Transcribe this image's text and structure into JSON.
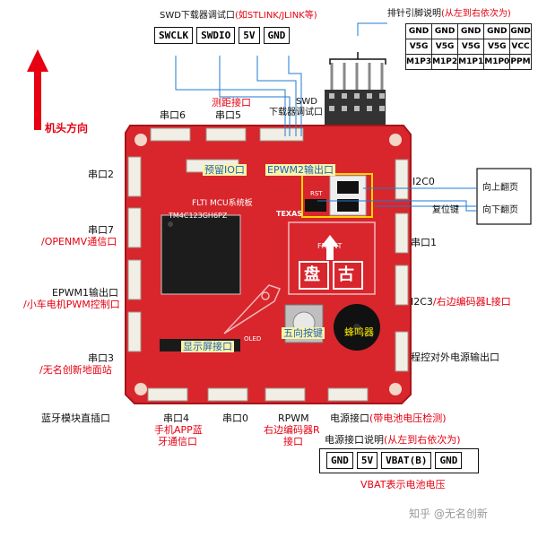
{
  "direction": {
    "label": "机头方向",
    "color": "#e60012"
  },
  "swd": {
    "title_main": "SWD下载器调试口",
    "title_note": "(如STLINK/JLINK等)",
    "pins": [
      "SWCLK",
      "SWDIO",
      "5V",
      "GND"
    ],
    "port_label_1": "SWD",
    "port_label_2": "下载器调试口"
  },
  "header": {
    "title_main": "排针引脚说明",
    "title_note": "(从左到右依次为)",
    "rows": [
      [
        "GND",
        "GND",
        "GND",
        "GND",
        "GND"
      ],
      [
        "V5G",
        "V5G",
        "V5G",
        "V5G",
        "VCC"
      ],
      [
        "M1P3",
        "M1P2",
        "M1P1",
        "M1P0",
        "PPM"
      ]
    ]
  },
  "labels": {
    "uart6": "串口6",
    "uart5": "串口5",
    "ranging": "测距接口",
    "uart2": "串口2",
    "reserved_io": "预留IO口",
    "epwm2": "EPWM2输出口",
    "i2c0": "I2C0",
    "page_up": "向上翻页",
    "reset": "复位键",
    "page_down": "向下翻页",
    "uart7": "串口7",
    "uart7_sub": "/OPENMV通信口",
    "uart1": "串口1",
    "epwm1": "EPWM1输出口",
    "epwm1_sub": "/小车电机PWM控制口",
    "i2c3_main": "I2C3",
    "i2c3_sub": "/右边编码器L接口",
    "joystick": "五向按键",
    "buzzer": "蜂鸣器",
    "display": "显示屏接口",
    "uart3": "串口3",
    "uart3_sub": "/无名创新地面站",
    "power_out": "程控对外电源输出口",
    "bluetooth": "蓝牙模块直插口",
    "uart4": "串口4",
    "uart4_sub1": "手机APP蓝",
    "uart4_sub2": "牙通信口",
    "uart0": "串口0",
    "rpwm": "RPWM",
    "rpwm_sub1": "右边编码器R",
    "rpwm_sub2": "接口",
    "power_in": "电源接口",
    "power_in_note": "(带电池电压检测)"
  },
  "power": {
    "title_main": "电源接口说明",
    "title_note": "(从左到右依次为)",
    "pins": [
      "GND",
      "5V",
      "VBAT(B)",
      "GND"
    ],
    "note": "VBAT表示电池电压"
  },
  "board": {
    "chip": "TM4C123GH6PZ",
    "name": "FLTI MCU系统板",
    "brand": "TEXAS",
    "front": "FRONT",
    "pan_char": "盘",
    "gu_char": "古",
    "oled": "OLED",
    "rst": "RST",
    "colors": {
      "pcb": "#d8262c",
      "header_pins": "#3a3a3a",
      "connector": "#f1eee6"
    }
  },
  "watermark": "知乎 @无名创新"
}
